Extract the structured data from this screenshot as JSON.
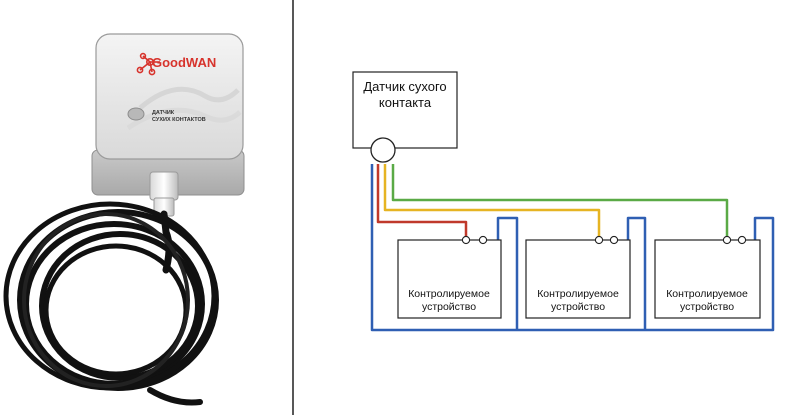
{
  "device_photo": {
    "brand": "GoodWAN",
    "label_line1": "ДАТЧИК",
    "label_line2": "СУХИХ КОНТАКТОВ"
  },
  "sensor": {
    "title_line1": "Датчик сухого",
    "title_line2": "контакта"
  },
  "devices": [
    {
      "label_line1": "Контролируемое",
      "label_line2": "устройство",
      "wire_color": "#c0392b"
    },
    {
      "label_line1": "Контролируемое",
      "label_line2": "устройство",
      "wire_color": "#e6b422"
    },
    {
      "label_line1": "Контролируемое",
      "label_line2": "устройство",
      "wire_color": "#5aaa46"
    }
  ],
  "colors": {
    "common_wire": "#2f5fb3",
    "brand_red": "#d7332c",
    "cable": "#111111"
  }
}
